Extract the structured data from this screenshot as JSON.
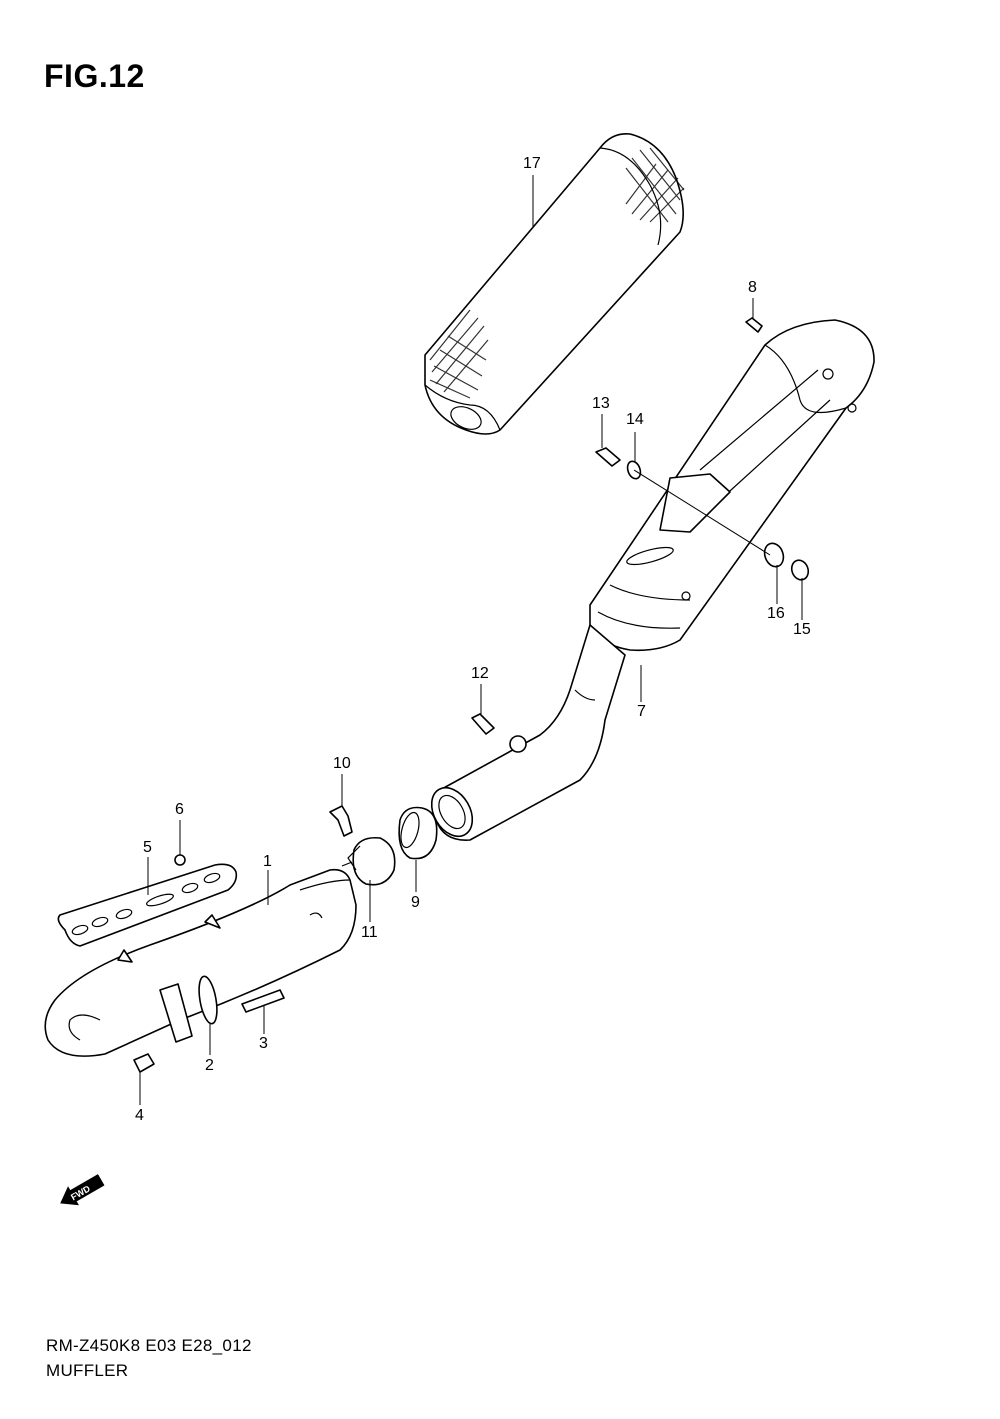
{
  "figure": {
    "title": "FIG.12",
    "model_code": "RM-Z450K8 E03 E28_012",
    "section_name": "MUFFLER",
    "fwd_label": "FWD"
  },
  "callouts": [
    "1",
    "2",
    "3",
    "4",
    "5",
    "6",
    "7",
    "8",
    "9",
    "10",
    "11",
    "12",
    "13",
    "14",
    "15",
    "16",
    "17"
  ]
}
